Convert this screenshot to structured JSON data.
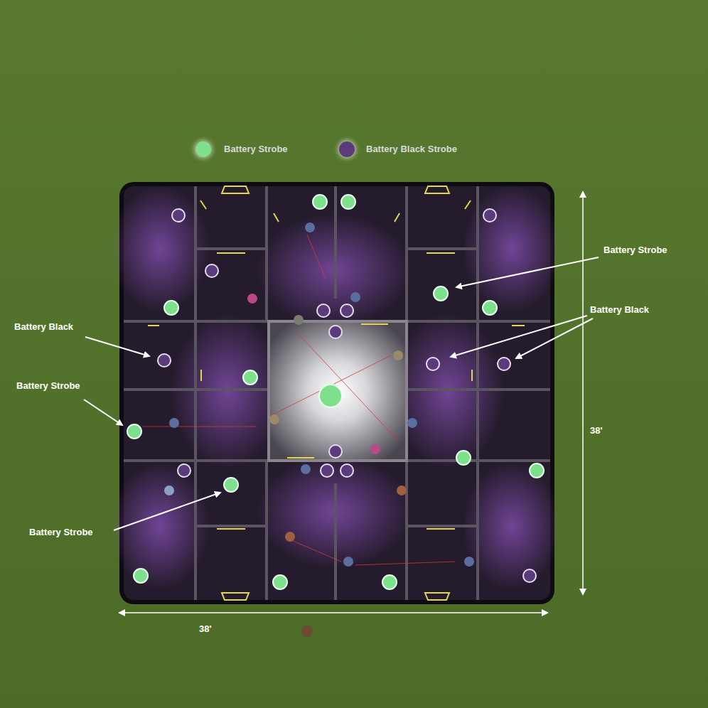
{
  "diagram": {
    "labels": [
      "Battery Strobe",
      "Battery Black",
      "Battery Black",
      "Battery Strobe",
      "38'",
      "Battery Strobe",
      "38'"
    ],
    "legend": [
      {
        "text": "Battery Strobe",
        "color": "#7fe08c"
      },
      {
        "text": "Battery Black Strobe",
        "color": "#5b3b7c"
      }
    ]
  }
}
